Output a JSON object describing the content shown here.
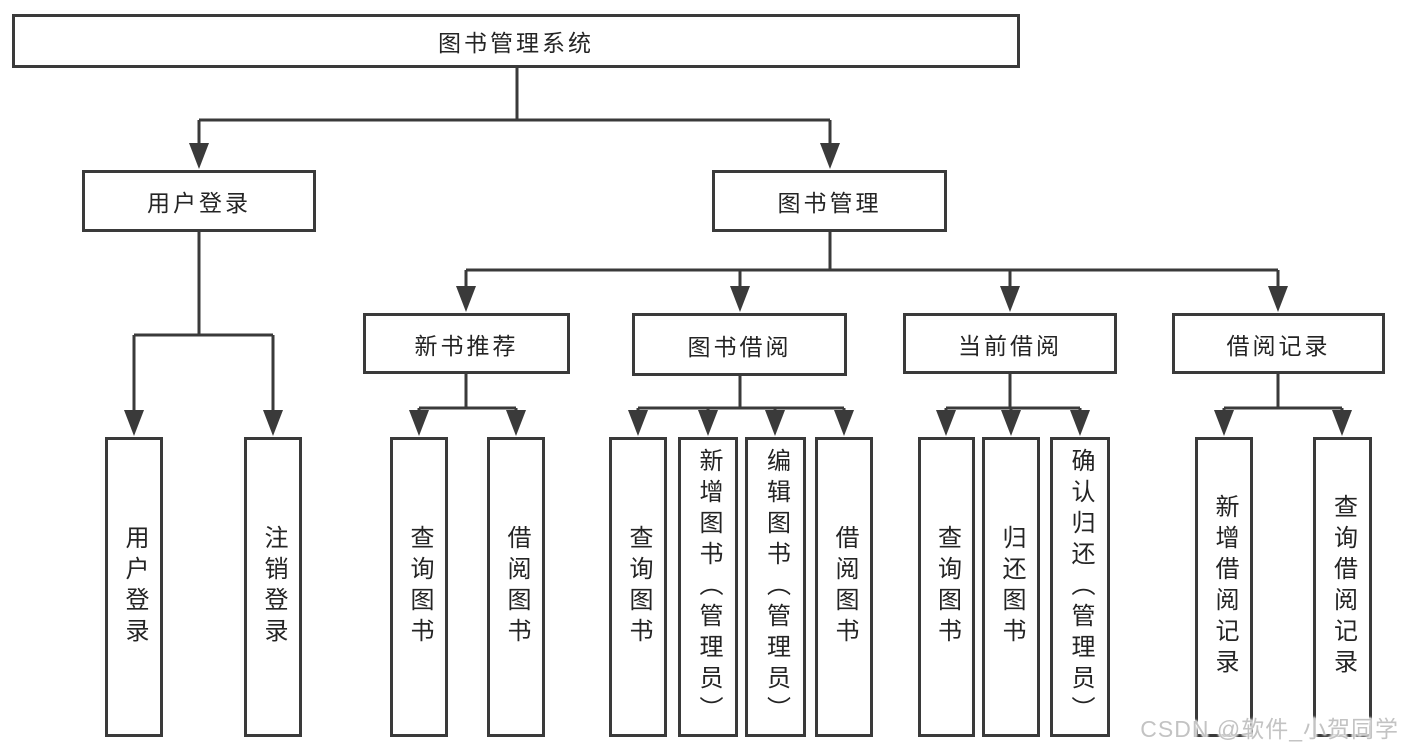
{
  "tree": {
    "label": "图书管理系统",
    "children": [
      {
        "label": "用户登录",
        "children": [
          {
            "label": "用户登录"
          },
          {
            "label": "注销登录"
          }
        ]
      },
      {
        "label": "图书管理",
        "children": [
          {
            "label": "新书推荐",
            "children": [
              {
                "label": "查询图书"
              },
              {
                "label": "借阅图书"
              }
            ]
          },
          {
            "label": "图书借阅",
            "children": [
              {
                "label": "查询图书"
              },
              {
                "label": "新增图书（管理员）"
              },
              {
                "label": "编辑图书（管理员）"
              },
              {
                "label": "借阅图书"
              }
            ]
          },
          {
            "label": "当前借阅",
            "children": [
              {
                "label": "查询图书"
              },
              {
                "label": "归还图书"
              },
              {
                "label": "确认归还（管理员）"
              }
            ]
          },
          {
            "label": "借阅记录",
            "children": [
              {
                "label": "新增借阅记录"
              },
              {
                "label": "查询借阅记录"
              }
            ]
          }
        ]
      }
    ]
  },
  "watermark": {
    "text": "CSDN @软件_小贺同学"
  },
  "colors": {
    "line": "#3a3a3a",
    "text": "#242424",
    "watermark": "#c3c3c3",
    "background": "#ffffff"
  }
}
